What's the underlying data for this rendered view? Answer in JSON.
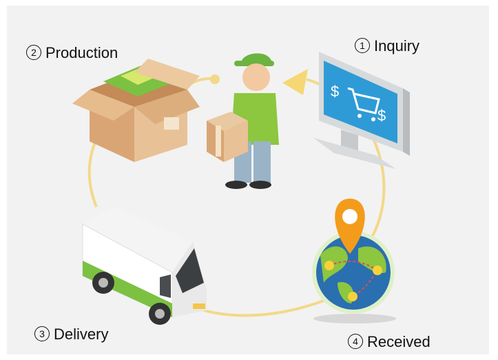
{
  "steps": [
    {
      "number": "1",
      "label": "Inquiry"
    },
    {
      "number": "2",
      "label": "Production"
    },
    {
      "number": "3",
      "label": "Delivery"
    },
    {
      "number": "4",
      "label": "Received"
    }
  ],
  "icons": {
    "inquiry": "computer-monitor-cart-icon",
    "production": "open-box-with-money-icon",
    "worker": "delivery-worker-icon",
    "delivery": "delivery-van-icon",
    "received": "globe-with-location-pin-icon"
  },
  "colors": {
    "cycle": "#f2d98a",
    "accent_green": "#8dc63f",
    "pin_orange": "#f39c1c",
    "box_tan": "#e8c197",
    "screen_blue": "#2e9bd6"
  }
}
